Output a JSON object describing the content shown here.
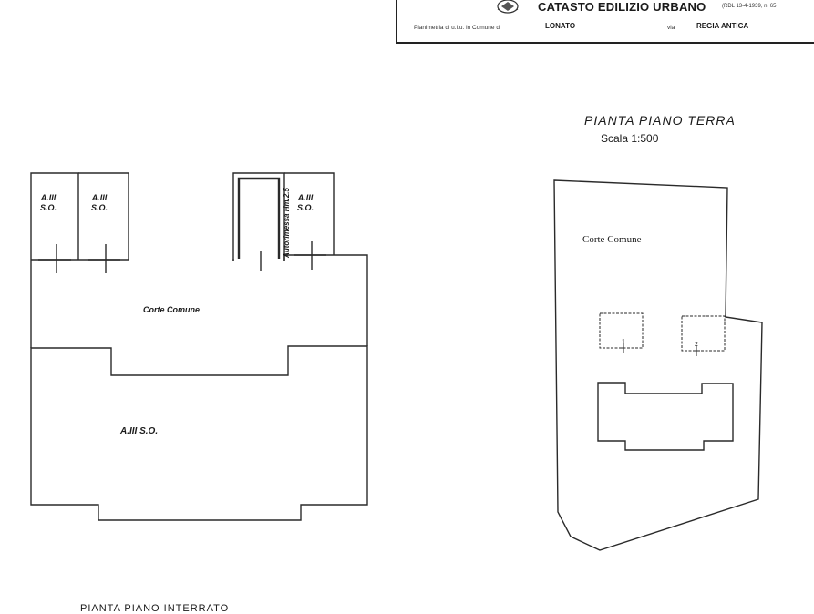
{
  "header": {
    "title": "CATASTO EDILIZIO URBANO",
    "law_ref": "(RDL 13-4-1939, n. 65",
    "planimetria_line": "Planimetria di u.i.u. in Comune di",
    "comune": "LONATO",
    "via_label": "via",
    "via": "REGIA ANTICA"
  },
  "right_plan": {
    "title": "PIANTA PIANO TERRA",
    "scale": "Scala   1:500",
    "corte": "Corte   Comune",
    "marker_1": "1",
    "marker_2": "2"
  },
  "left_plan": {
    "box1": "A.III\nS.O.",
    "box2": "A.III\nS.O.",
    "autorimessa": "Autorimessa   Hm.2.5",
    "box4": "A.III\nS.O.",
    "corte": "Corte Comune",
    "main_room": "A.III  S.O."
  },
  "footer": {
    "cut_text": "PIANTA PIANO INTERRATO"
  }
}
